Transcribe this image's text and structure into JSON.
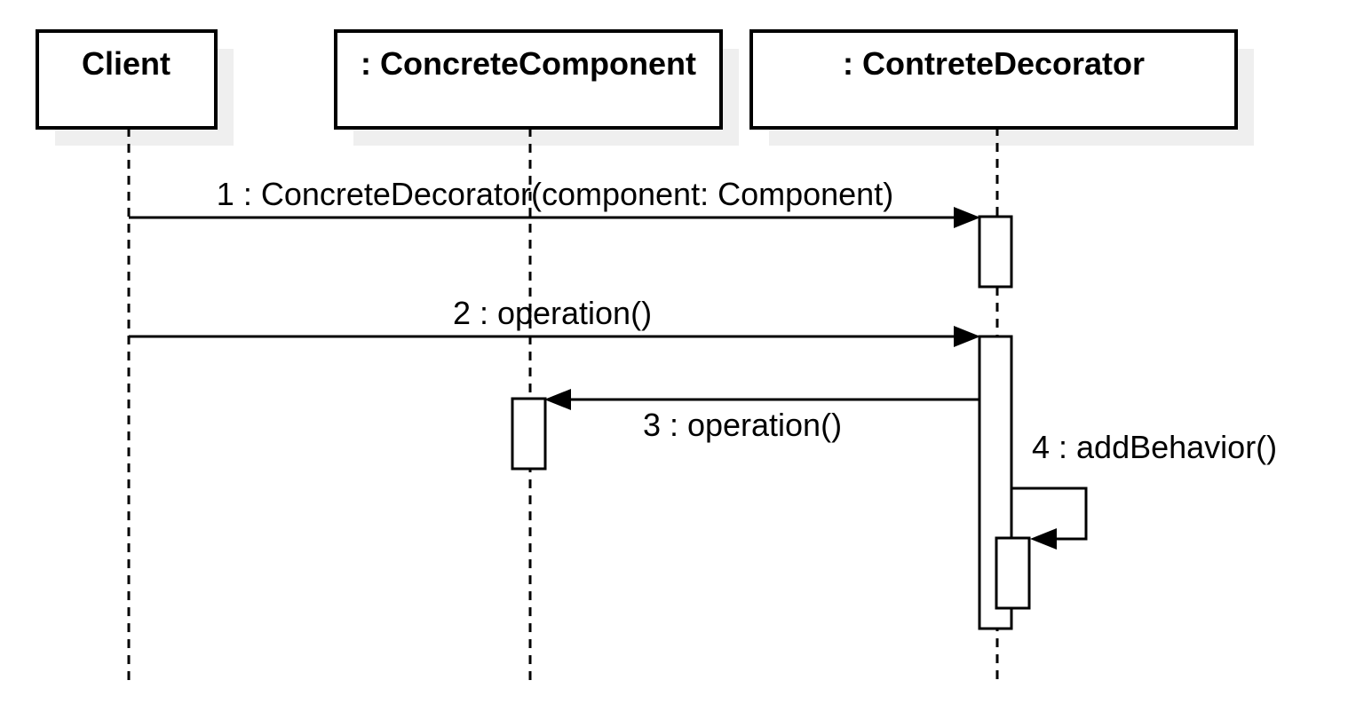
{
  "diagram": {
    "type": "uml-sequence-diagram",
    "participants": [
      {
        "id": "client",
        "label": "Client"
      },
      {
        "id": "concrete-component",
        "label": ": ConcreteComponent"
      },
      {
        "id": "concrete-decorator",
        "label": ": ContreteDecorator"
      }
    ],
    "messages": [
      {
        "seq": "1",
        "label": "1 : ConcreteDecorator(component: Component)",
        "from": "client",
        "to": "concrete-decorator",
        "kind": "call"
      },
      {
        "seq": "2",
        "label": "2 : operation()",
        "from": "client",
        "to": "concrete-decorator",
        "kind": "call"
      },
      {
        "seq": "3",
        "label": "3 : operation()",
        "from": "concrete-decorator",
        "to": "concrete-component",
        "kind": "call"
      },
      {
        "seq": "4",
        "label": "4 : addBehavior()",
        "from": "concrete-decorator",
        "to": "concrete-decorator",
        "kind": "self-call"
      }
    ],
    "colors": {
      "stroke": "#000000",
      "fill": "#ffffff",
      "shadow": "#efefef",
      "text": "#000000",
      "background": "#ffffff"
    }
  }
}
